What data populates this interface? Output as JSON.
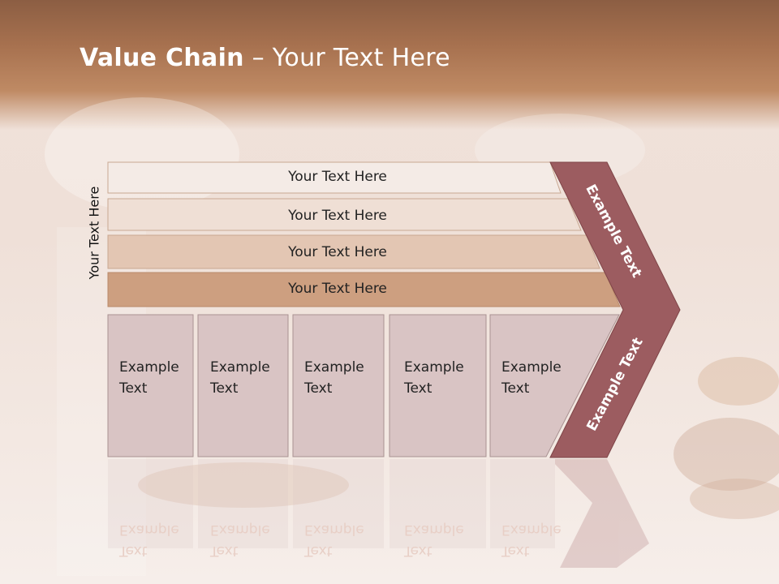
{
  "title": {
    "bold": "Value Chain",
    "rest": " – Your Text Here"
  },
  "side_label": "Your Text Here",
  "bars": [
    {
      "label": "Your Text Here"
    },
    {
      "label": "Your Text Here"
    },
    {
      "label": "Your Text Here"
    },
    {
      "label": "Your Text Here"
    }
  ],
  "boxes": [
    {
      "line1": "Example",
      "line2": "Text"
    },
    {
      "line1": "Example",
      "line2": "Text"
    },
    {
      "line1": "Example",
      "line2": "Text"
    },
    {
      "line1": "Example",
      "line2": "Text"
    },
    {
      "line1": "Example",
      "line2": "Text"
    }
  ],
  "arrow": {
    "upper": "Example Text",
    "lower": "Example Text"
  },
  "colors": {
    "bar1": "#f4ebe6",
    "bar2": "#efdfd5",
    "bar3": "#e3c6b3",
    "bar4": "#cd9f80",
    "box": "#d9c4c4",
    "arrow": "#9c5c60"
  }
}
